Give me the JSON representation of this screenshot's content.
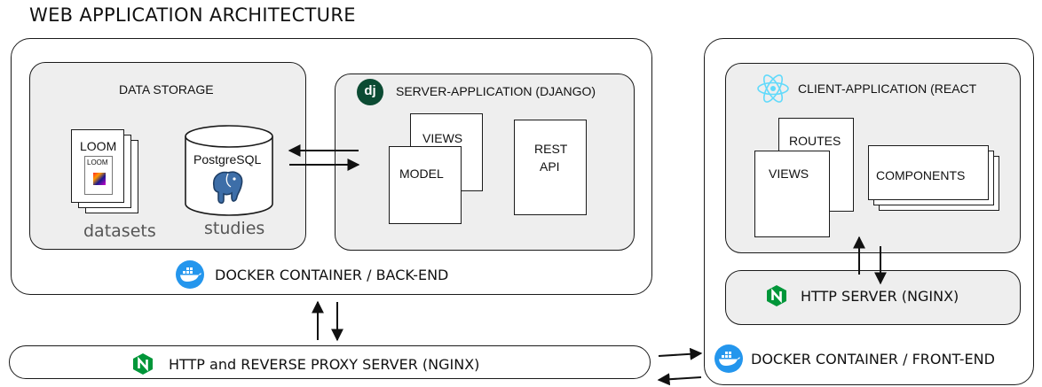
{
  "title": "WEB APPLICATION ARCHITECTURE",
  "backend": {
    "container_label": "DOCKER CONTAINER / BACK-END",
    "data_storage": {
      "title": "DATA STORAGE",
      "loom_label": "LOOM",
      "loom_inner_label": "LOOM",
      "datasets_caption": "datasets",
      "db_label": "PostgreSQL",
      "studies_caption": "studies"
    },
    "server_app": {
      "title": "SERVER-APPLICATION (DJANGO)",
      "logo_text": "dj",
      "views": "VIEWS",
      "model": "MODEL",
      "rest_api_line1": "REST",
      "rest_api_line2": "API"
    }
  },
  "proxy": {
    "label": "HTTP and REVERSE PROXY SERVER (NGINX)"
  },
  "frontend": {
    "container_label": "DOCKER CONTAINER / FRONT-END",
    "client_app": {
      "title": "CLIENT-APPLICATION (REACT",
      "routes": "ROUTES",
      "views": "VIEWS",
      "components": "COMPONENTS"
    },
    "http_server": {
      "label": "HTTP SERVER (NGINX)"
    }
  },
  "icons": {
    "docker": "docker-whale-icon",
    "nginx": "nginx-icon",
    "django": "django-logo-icon",
    "react": "react-atom-icon",
    "postgres": "postgresql-elephant-icon"
  },
  "colors": {
    "docker_blue": "#2496ed",
    "nginx_green": "#009639",
    "django_green": "#0c4b33",
    "react_cyan": "#61dafb",
    "panel_grey": "#eeeeee"
  }
}
